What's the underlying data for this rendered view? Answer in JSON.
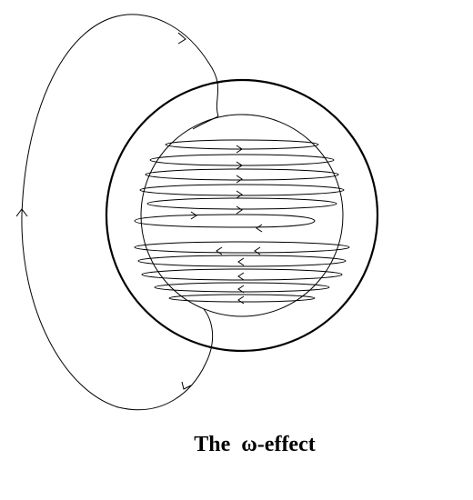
{
  "caption": "The  ω-effect",
  "colors": {
    "stroke": "#000000",
    "background": "#ffffff"
  },
  "diagram": {
    "elements": [
      "outer-circle",
      "inner-sphere",
      "poloidal-field-line",
      "toroidal-field-loops",
      "direction-arrows"
    ]
  }
}
